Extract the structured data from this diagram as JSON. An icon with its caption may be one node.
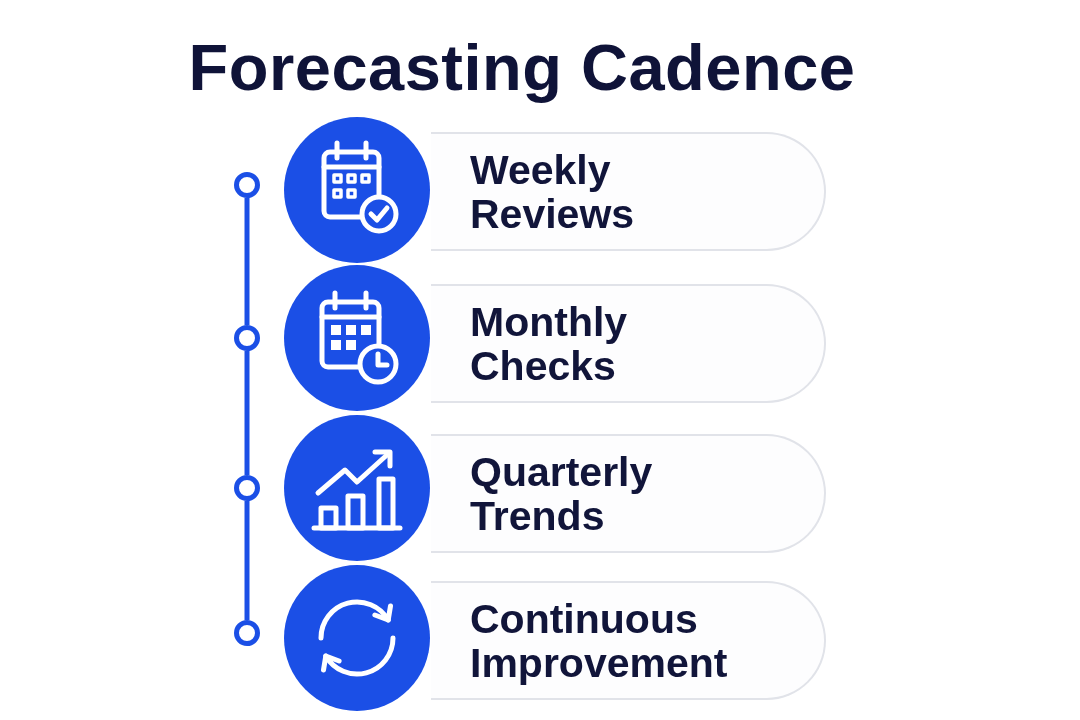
{
  "diagram": {
    "title": "Forecasting Cadence",
    "nodes": [
      {
        "text": [
          "Weekly Reviews"
        ]
      },
      {
        "text": [
          "Monthly Checks"
        ]
      },
      {
        "text": [
          "Quarterly Trends"
        ]
      },
      {
        "text": [
          "Continuous Improvement"
        ]
      },
      {
        "text": [],
        "shape": "circle"
      },
      {
        "text": [],
        "shape": "circle"
      },
      {
        "text": [],
        "shape": "circle"
      },
      {
        "text": [],
        "shape": "circle"
      }
    ],
    "edges": [
      {
        "from": 4,
        "to": 5,
        "arrow": "none"
      },
      {
        "from": 5,
        "to": 6,
        "arrow": "none"
      },
      {
        "from": 6,
        "to": 7,
        "arrow": "none"
      }
    ]
  }
}
